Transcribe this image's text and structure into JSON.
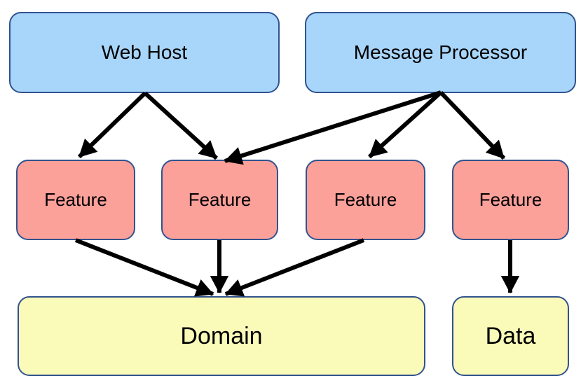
{
  "colors": {
    "background": "#FFFFFF",
    "node-border": "#31538F",
    "fill-blue": "#A8D5FA",
    "fill-red": "#FCA09A",
    "fill-yellow": "#FAFAB9",
    "arrow": "#000000",
    "text": "#000000"
  },
  "diagram": {
    "nodes": [
      {
        "id": "web-host",
        "label": "Web Host",
        "color": "blue"
      },
      {
        "id": "message-processor",
        "label": "Message Processor",
        "color": "blue"
      },
      {
        "id": "feature-1",
        "label": "Feature",
        "color": "red"
      },
      {
        "id": "feature-2",
        "label": "Feature",
        "color": "red"
      },
      {
        "id": "feature-3",
        "label": "Feature",
        "color": "red"
      },
      {
        "id": "feature-4",
        "label": "Feature",
        "color": "red"
      },
      {
        "id": "domain",
        "label": "Domain",
        "color": "yellow"
      },
      {
        "id": "data",
        "label": "Data",
        "color": "yellow"
      }
    ],
    "edges": [
      {
        "from": "web-host",
        "to": "feature-1"
      },
      {
        "from": "web-host",
        "to": "feature-2"
      },
      {
        "from": "message-processor",
        "to": "feature-2"
      },
      {
        "from": "message-processor",
        "to": "feature-3"
      },
      {
        "from": "message-processor",
        "to": "feature-4"
      },
      {
        "from": "feature-1",
        "to": "domain"
      },
      {
        "from": "feature-2",
        "to": "domain"
      },
      {
        "from": "feature-3",
        "to": "domain"
      },
      {
        "from": "feature-4",
        "to": "data"
      }
    ]
  }
}
